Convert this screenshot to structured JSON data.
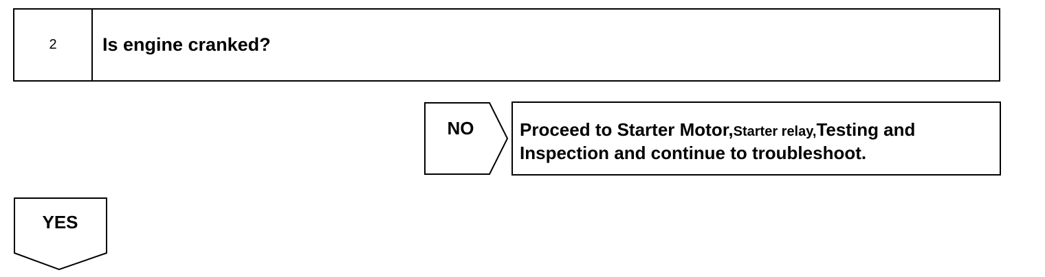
{
  "step": {
    "number": "2",
    "question": "Is engine cranked?"
  },
  "no_branch": {
    "label": "NO",
    "text_part1": "Proceed to Starter Motor,",
    "text_part2": "Starter relay,",
    "text_part3": "Testing and Inspection and continue to troubleshoot",
    "text_part4": "."
  },
  "yes_branch": {
    "label": "YES"
  }
}
